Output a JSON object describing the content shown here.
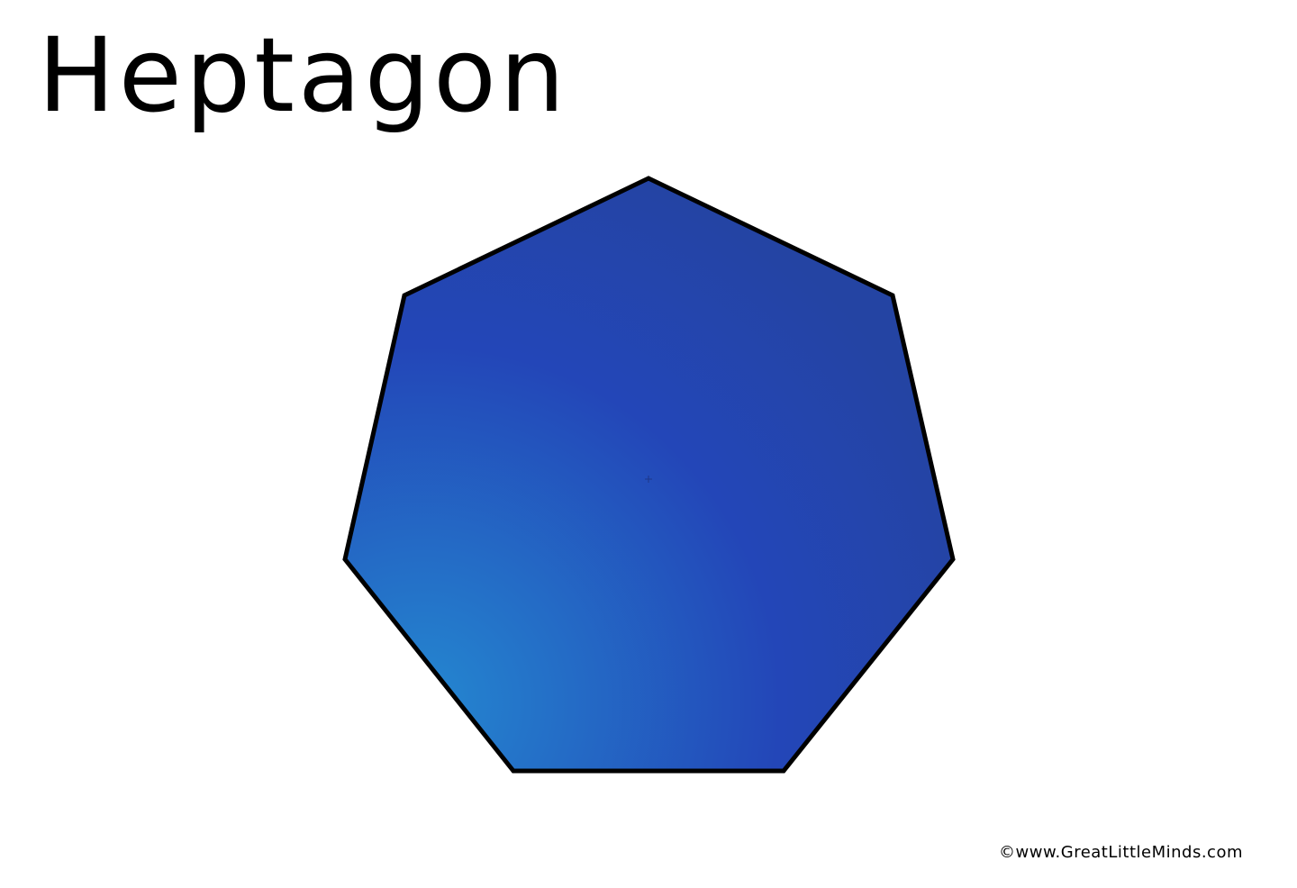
{
  "title": "Heptagon",
  "copyright": "©www.GreatLittleMinds.com",
  "shape": {
    "name": "heptagon",
    "sides": 7,
    "colors": {
      "gradient_light": "#2487D0",
      "gradient_mid": "#2346B8",
      "gradient_dark": "#2444A3",
      "outline": "#000000"
    }
  }
}
